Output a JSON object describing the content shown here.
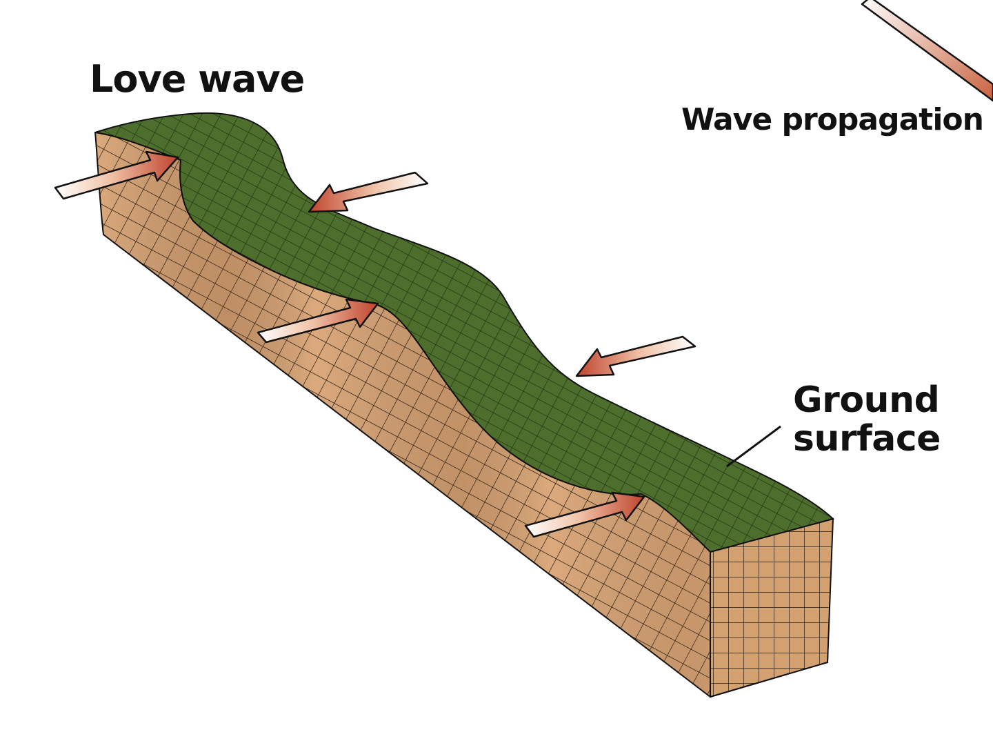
{
  "labels": {
    "title": "Love wave",
    "propagation": "Wave propagation",
    "ground_line1": "Ground",
    "ground_line2": "surface"
  },
  "colors": {
    "top_surface": "#4d6e2c",
    "side_face": "#dba97c",
    "side_face_shade": "#b98054",
    "end_face": "#d3a170",
    "grid_line": "#241a10",
    "arrow_tip": "#c0442d",
    "arrow_tail": "#ffffff",
    "outline": "#111111"
  },
  "icons": {
    "motion_arrow": "block-arrow-icon",
    "propagation_arrow": "diagonal-arrow-icon"
  }
}
